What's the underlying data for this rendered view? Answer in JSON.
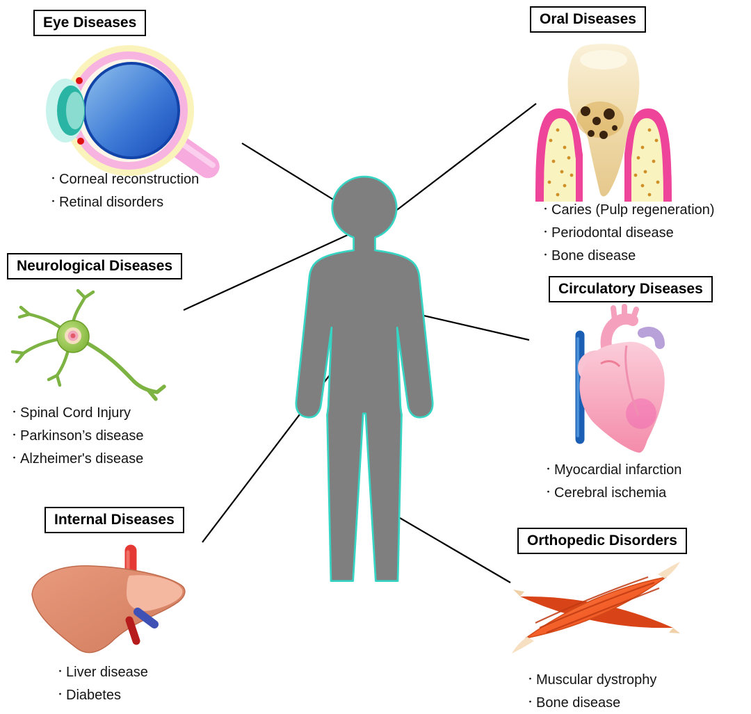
{
  "panels": {
    "eye": {
      "title": "Eye Diseases",
      "illustration": "eye-icon",
      "items": [
        "Corneal reconstruction",
        "Retinal disorders"
      ]
    },
    "neurological": {
      "title": "Neurological Diseases",
      "illustration": "neuron-icon",
      "items": [
        "Spinal Cord Injury",
        "Parkinson’s disease",
        "Alzheimer's disease"
      ]
    },
    "internal": {
      "title": "Internal Diseases",
      "illustration": "liver-icon",
      "items": [
        "Liver disease",
        "Diabetes"
      ]
    },
    "oral": {
      "title": "Oral Diseases",
      "illustration": "tooth-icon",
      "items": [
        "Caries (Pulp regeneration)",
        "Periodontal disease",
        "Bone disease"
      ]
    },
    "circulatory": {
      "title": "Circulatory Diseases",
      "illustration": "heart-icon",
      "items": [
        "Myocardial infarction",
        "Cerebral ischemia"
      ]
    },
    "orthopedic": {
      "title": "Orthopedic Disorders",
      "illustration": "muscle-icon",
      "items": [
        "Muscular dystrophy",
        "Bone disease"
      ]
    }
  },
  "figure": {
    "center": "human-body-silhouette",
    "colors": {
      "background": "#ffffff",
      "body_fill": "#7f7f7f",
      "body_outline": "#35d4c3",
      "connector_line": "#000000",
      "label_border": "#000000",
      "label_text": "#000000"
    }
  }
}
